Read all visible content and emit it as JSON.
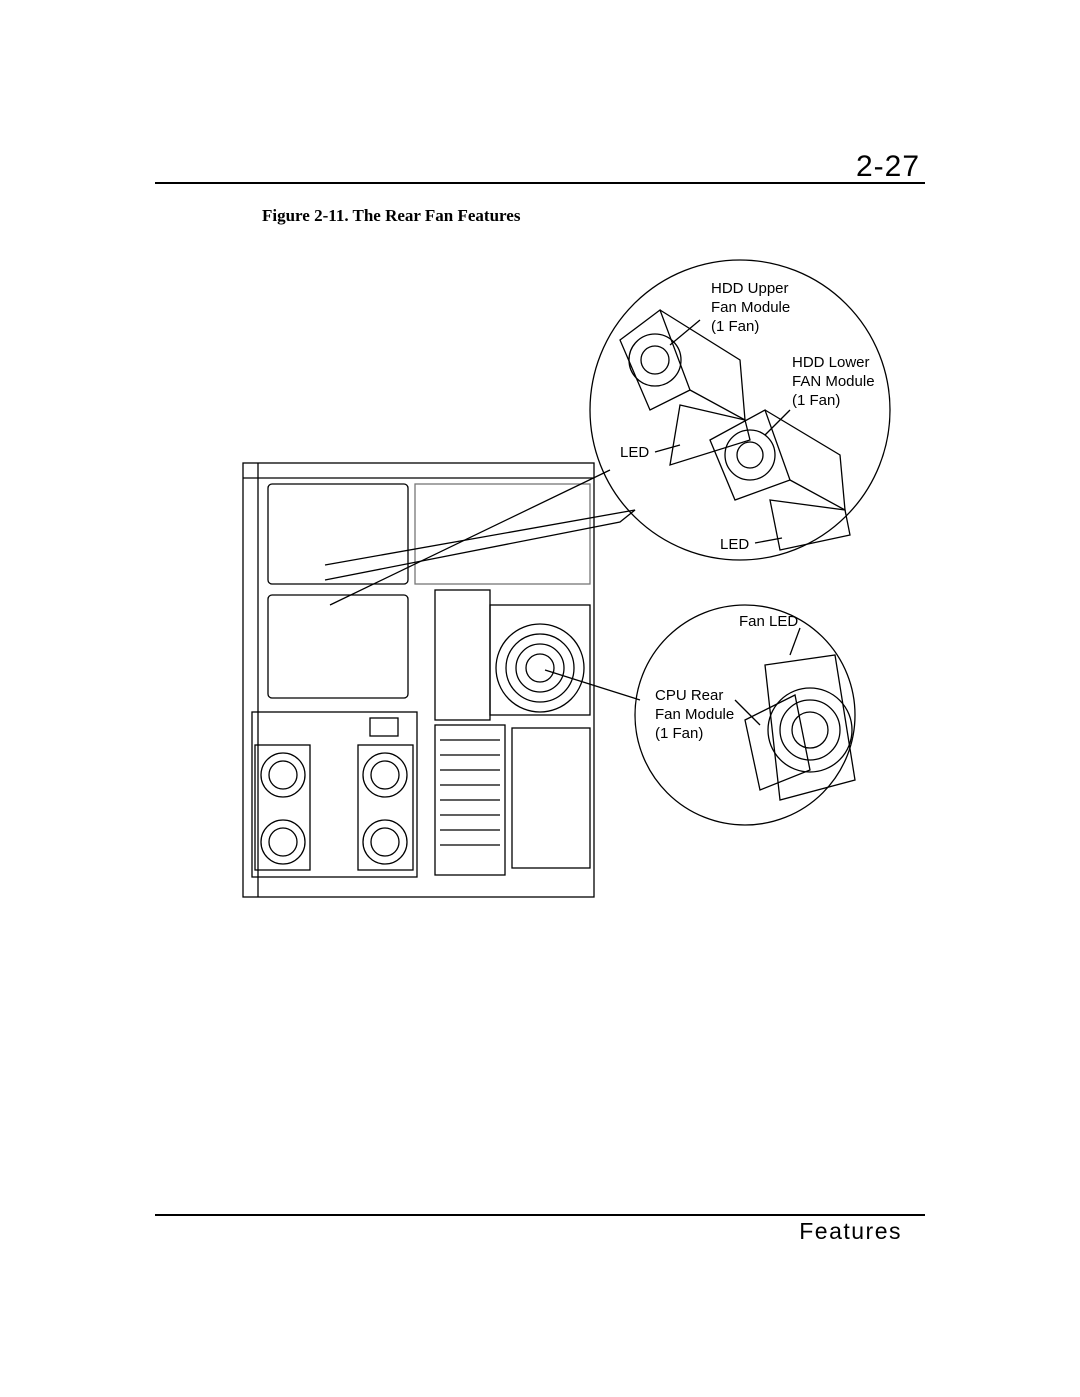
{
  "header": {
    "page_number": "2-27"
  },
  "figure": {
    "caption": "Figure 2-11.  The Rear Fan Features",
    "labels": {
      "hdd_upper": [
        "HDD Upper",
        "Fan Module",
        "(1 Fan)"
      ],
      "hdd_lower": [
        "HDD Lower",
        "FAN Module",
        "(1 Fan)"
      ],
      "led_upper": "LED",
      "led_lower": "LED",
      "fan_led": "Fan LED",
      "cpu_rear": [
        "CPU Rear",
        "Fan Module",
        "(1 Fan)"
      ]
    }
  },
  "footer": {
    "section": "Features"
  }
}
